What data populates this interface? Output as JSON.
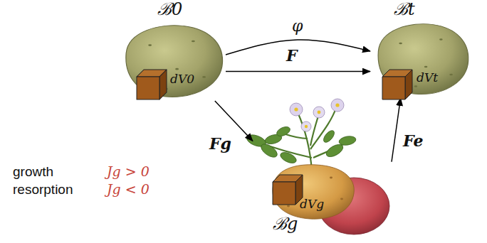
{
  "diagram": {
    "nodes": [
      {
        "text": [
          "ℬ0",
          "dV0"
        ]
      },
      {
        "text": [
          "ℬt",
          "dVt"
        ]
      },
      {
        "text": [
          "ℬg",
          "dVg"
        ]
      }
    ],
    "edges": [
      {
        "from": 0,
        "to": 1,
        "label": "φ",
        "arrow": "to"
      },
      {
        "from": 0,
        "to": 1,
        "label": "F",
        "arrow": "to"
      },
      {
        "from": 0,
        "to": 2,
        "label": "Fg",
        "arrow": "to"
      },
      {
        "from": 2,
        "to": 1,
        "label": "Fe",
        "arrow": "to"
      }
    ],
    "labels": [
      "growth",
      "Jg > 0",
      "resorption",
      "Jg < 0"
    ]
  }
}
